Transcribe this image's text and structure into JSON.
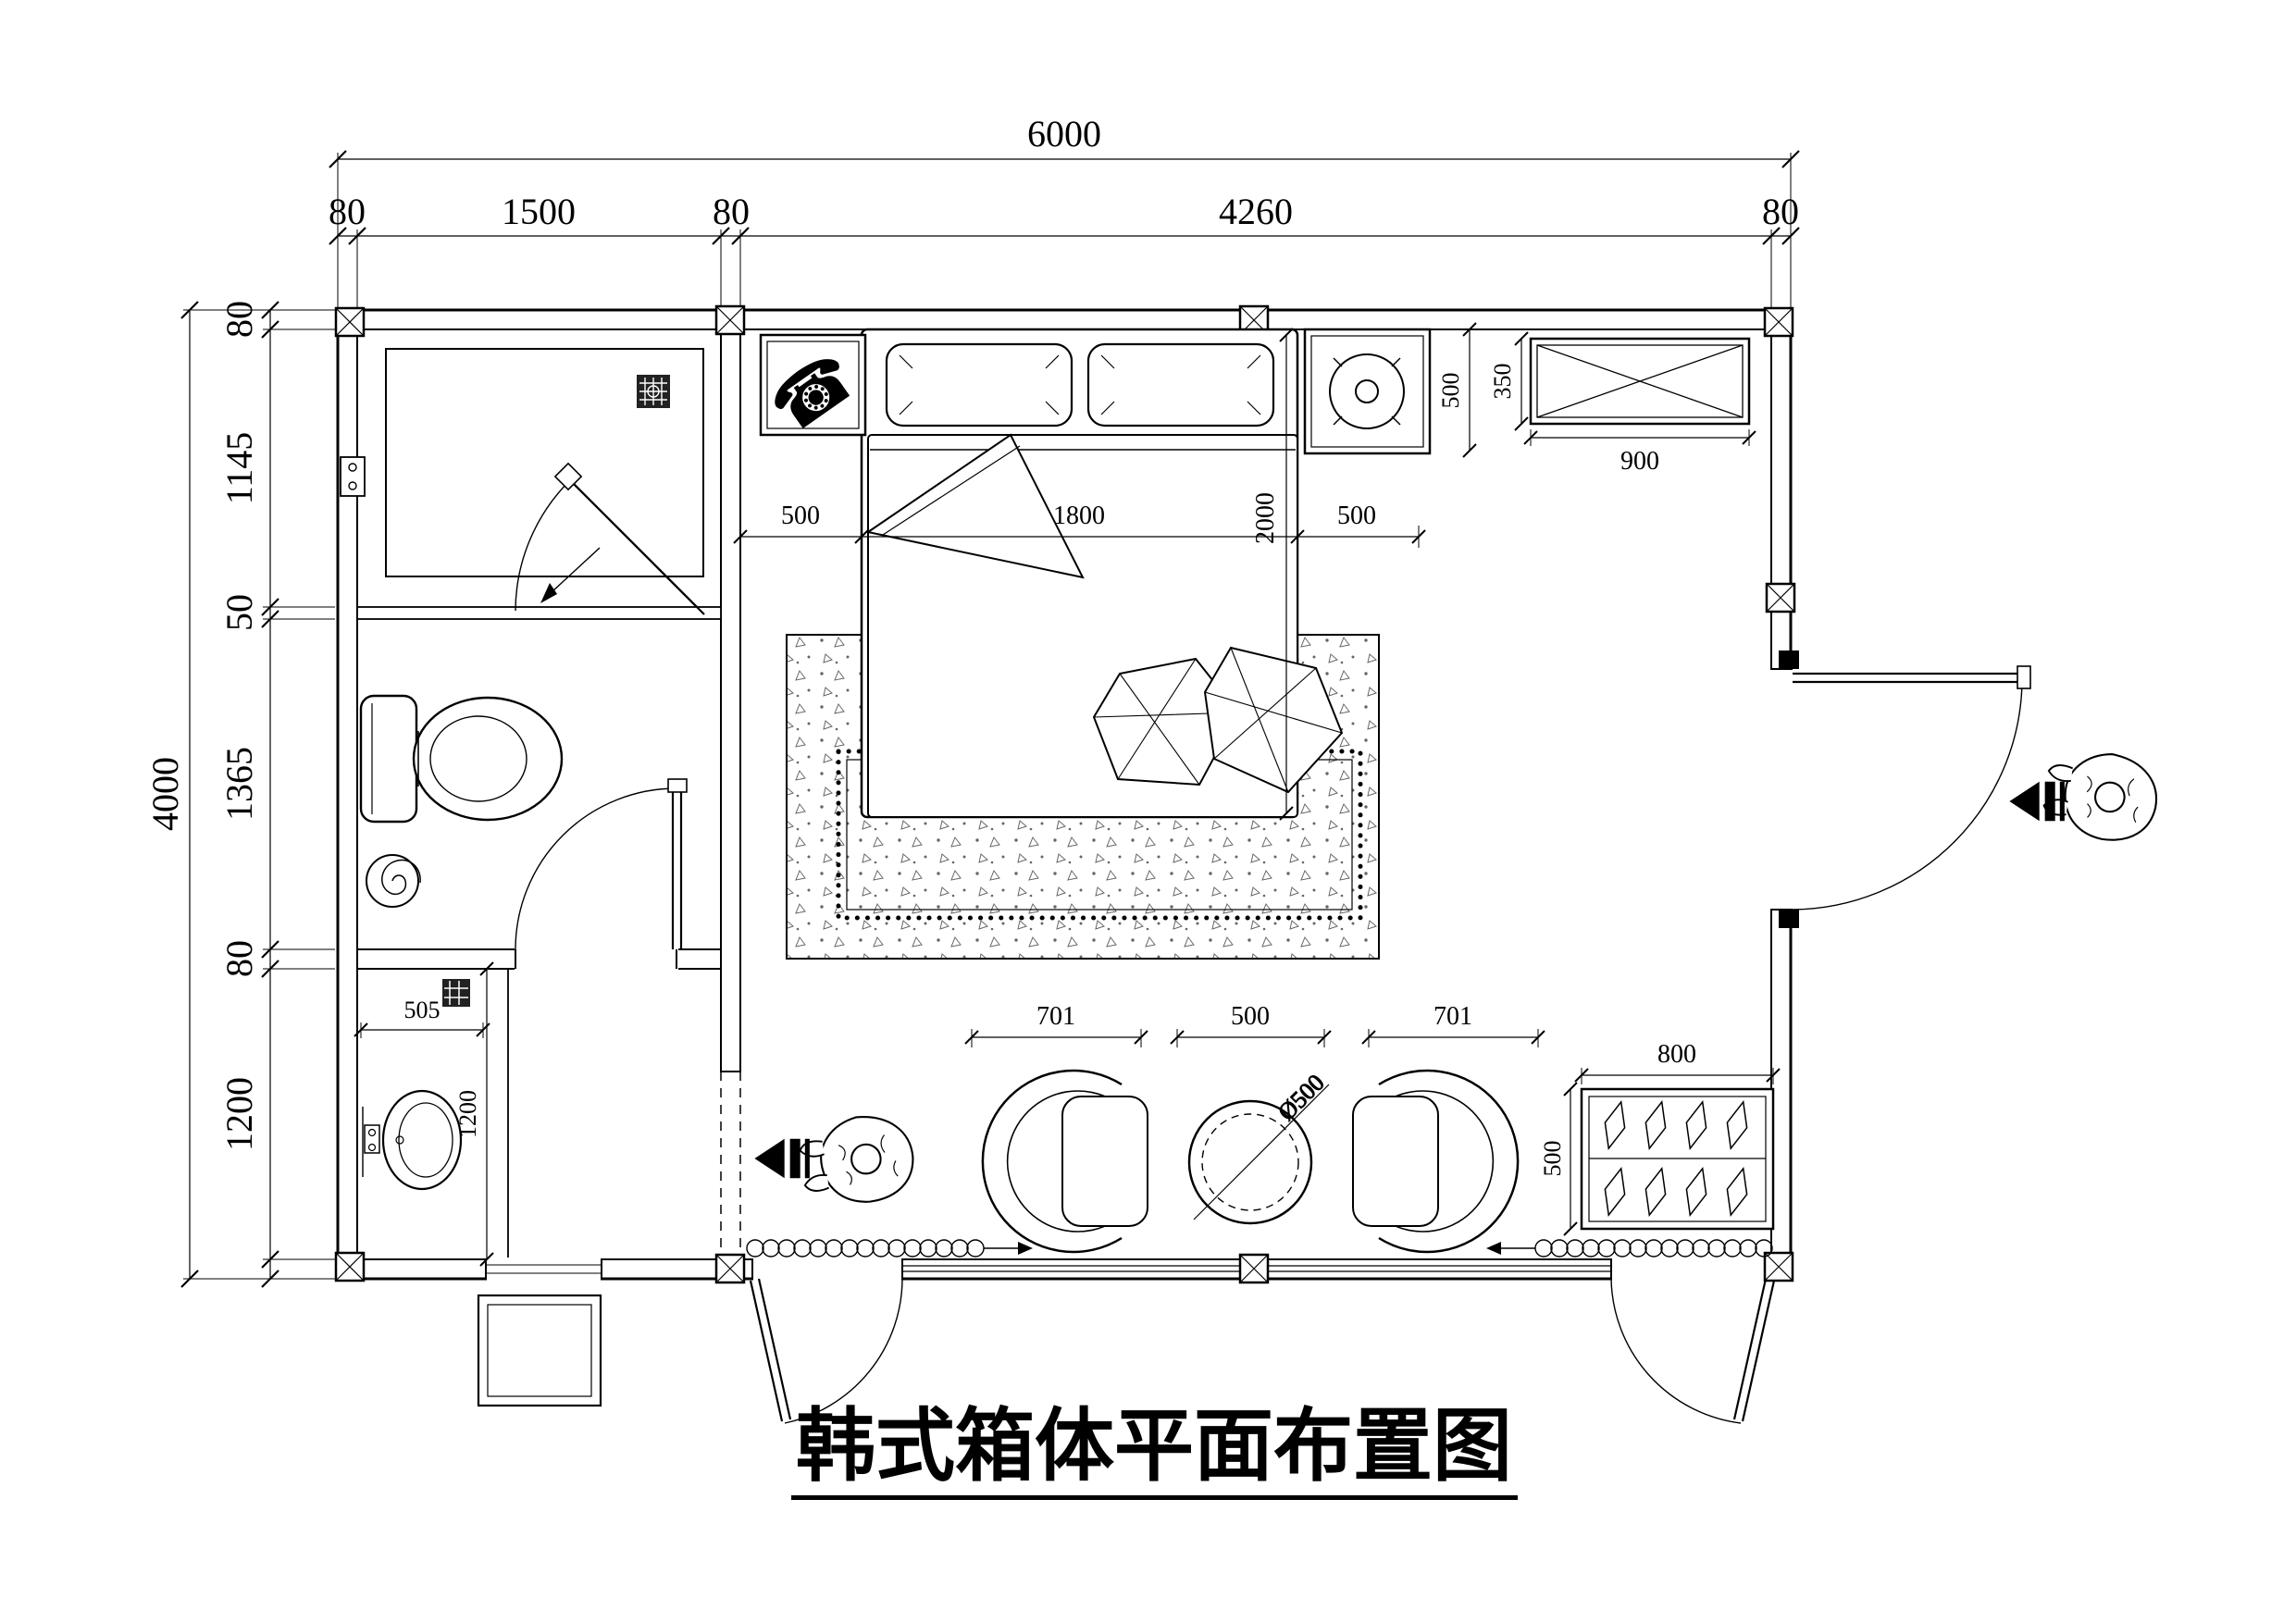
{
  "title": "韩式箱体平面布置图",
  "dimensions": {
    "overall_width": "6000",
    "overall_height": "4000",
    "top_chain": [
      "80",
      "1500",
      "80",
      "4260",
      "80"
    ],
    "left_chain": [
      "80",
      "1145",
      "50",
      "1365",
      "80",
      "1200"
    ],
    "bed_chain": [
      "500",
      "1800",
      "500"
    ],
    "bed_length": "2000",
    "nightstand_depth": "500",
    "cabinet_depth": "350",
    "cabinet_width": "900",
    "seating_chain": [
      "701",
      "500",
      "701"
    ],
    "table_diameter": "Ø500",
    "shoe_cabinet_width": "800",
    "shoe_cabinet_depth": "500",
    "basin_width": "505",
    "basin_counter_length": "1200"
  },
  "icons": {
    "telephone": "☎"
  }
}
